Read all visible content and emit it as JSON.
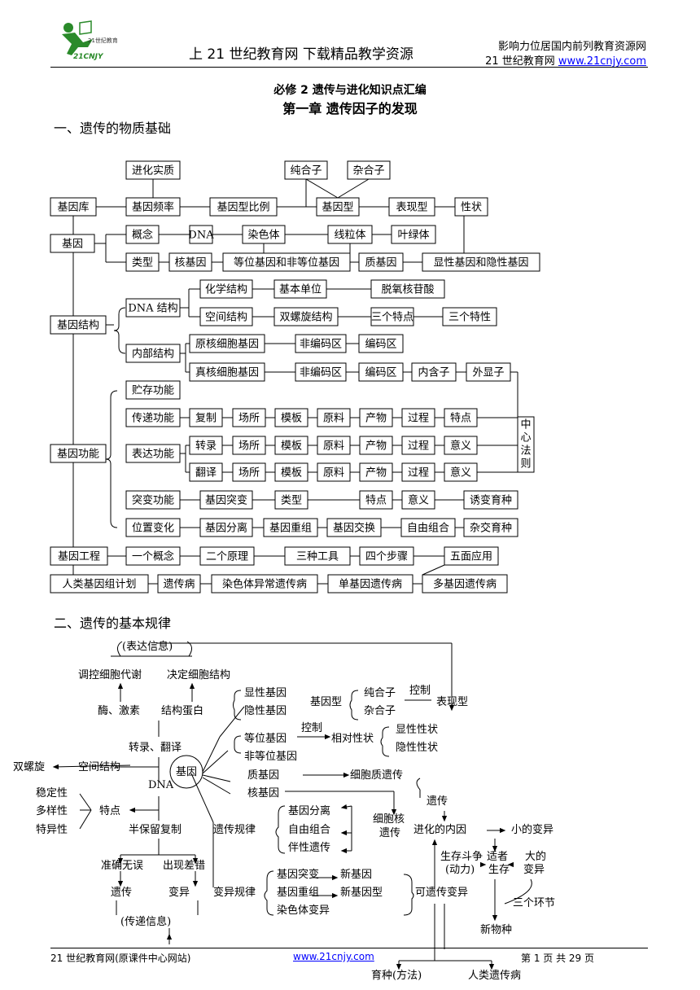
{
  "header": {
    "logo_text": "21世纪教育网",
    "logo_sub": "21CNJY",
    "main": "上 21 世纪教育网 下载精品教学资源",
    "right1": "影响力位居国内前列教育资源网",
    "right2_prefix": "21 世纪教育网 ",
    "right2_link": "www.21cnjy.com"
  },
  "title1": "必修 2 遗传与进化知识点汇编",
  "title2": "第一章  遗传因子的发现",
  "sec1": "一、遗传的物质基础",
  "sec2": "二、遗传的基本规律",
  "d1": {
    "jinhua": "进化实质",
    "chunhe": "纯合子",
    "zahe": "杂合子",
    "jiyinku": "基因库",
    "pinlv": "基因频率",
    "bili": "基因型比例",
    "jiyinxing": "基因型",
    "biaoxian": "表现型",
    "xingzhuang": "性状",
    "jiyin": "基因",
    "gainian": "概念",
    "dna": "DNA",
    "ranse": "染色体",
    "xianli": "线粒体",
    "yelv": "叶绿体",
    "leixing": "类型",
    "hejiyin": "核基因",
    "dengwei": "等位基因和非等位基因",
    "zhijiyin": "质基因",
    "xianyin": "显性基因和隐性基因",
    "jiegou": "基因结构",
    "dnajiegou": "DNA 结构",
    "huaxue": "化学结构",
    "danwei": "基本单位",
    "tuoyang": "脱氧核苷酸",
    "kongjian": "空间结构",
    "shuangluo": "双螺旋结构",
    "sange": "三个特点",
    "sangexing": "三个特性",
    "neibu": "内部结构",
    "yuanhe": "原核细胞基因",
    "feibian1": "非编码区",
    "bianma1": "编码区",
    "zhenhe": "真核细胞基因",
    "feibian2": "非编码区",
    "bianma2": "编码区",
    "neihan": "内含子",
    "waixian": "外显子",
    "gongneng": "基因功能",
    "zhucun": "贮存功能",
    "chuandi": "传递功能",
    "fuzhi": "复制",
    "changsuo": "场所",
    "muban": "模板",
    "yuanliao": "原料",
    "chanwu": "产物",
    "guocheng": "过程",
    "tedian": "特点",
    "biaoda": "表达功能",
    "zhuanlu": "转录",
    "yiyi": "意义",
    "fanyi": "翻译",
    "tubian": "突变功能",
    "jiyintubian": "基因突变",
    "leixing2": "类型",
    "yiyi2": "意义",
    "youbian": "诱变育种",
    "weizhi": "位置变化",
    "fenli": "基因分离",
    "chongzu": "基因重组",
    "jiaohuan": "基因交换",
    "ziyou": "自由组合",
    "zajiao": "杂交育种",
    "gongcheng": "基因工程",
    "yige": "一个概念",
    "erge": "二个原理",
    "sanzhong": "三种工具",
    "sige": "四个步骤",
    "wumian": "五面应用",
    "zuji": "人类基因组计划",
    "yichuanbing": "遗传病",
    "ranseyichang": "染色体异常遗传病",
    "danjiyin": "单基因遗传病",
    "duojiyin": "多基因遗传病",
    "zhongxin": [
      "中",
      "心",
      "法",
      "则"
    ]
  },
  "d2": {
    "biaoda_xinxi": "(表达信息)",
    "tiaokong": "调控细胞代谢",
    "jueding": "决定细胞结构",
    "mei": "酶、激素",
    "jiegou": "结构蛋白",
    "zhuanlufanyi": "转录、翻译",
    "shuangluoxuan": "双螺旋",
    "kongjian": "空间结构",
    "jiyin": "基因",
    "dna": "DNA",
    "wending": "稳定性",
    "duoyang": "多样性",
    "teyi": "特异性",
    "tedian": "特点",
    "banbaoliu": "半保留复制",
    "zhunque": "准确无误",
    "chucuo": "出现差错",
    "yichuan": "遗传",
    "bianyi": "变异",
    "chuandi": "(传递信息)",
    "xianxing": "显性基因",
    "yinxing": "隐性基因",
    "jiyinxing": "基因型",
    "chunhe": "纯合子",
    "zahe": "杂合子",
    "kongzhi": "控制",
    "biaoxian": "表现型",
    "dengwei": "等位基因",
    "feidengwei": "非等位基因",
    "kongzhi2": "控制",
    "xiangdui": "相对性状",
    "xianxingxz": "显性性状",
    "yinxingxz": "隐性性状",
    "zhijiyin": "质基因",
    "xibaozhi": "细胞质遗传",
    "hejiyin": "核基因",
    "xibaohe1": "细胞核",
    "xibaohe2": "遗传",
    "yichuanguilv": "遗传规律",
    "fenli": "基因分离",
    "ziyou": "自由组合",
    "banxing": "伴性遗传",
    "yichuan2": "遗传",
    "neiyin": "进化的内因",
    "xiaobianyi": "小的变异",
    "shengcun": "生存斗争",
    "dongli": "(动力)",
    "shizhe": "适者",
    "shengcun2": "生存",
    "dade": "大的",
    "bianyi2": "变异",
    "sange": "三个环节",
    "xinwuzhong": "新物种",
    "bianyiguilv": "变异规律",
    "jiyintubian": "基因突变",
    "xinjiyin": "新基因",
    "jiyinchongzu": "基因重组",
    "xinjiyinxing": "新基因型",
    "ransebianyi": "染色体变异",
    "kebianyi": "可遗传变异",
    "yuzhong": "育种(方法)",
    "renlei": "人类遗传病"
  },
  "footer": {
    "left": "21 世纪教育网(原课件中心网站)",
    "link": "www.21cnjy.com",
    "page": "第 1 页 共 29 页"
  }
}
